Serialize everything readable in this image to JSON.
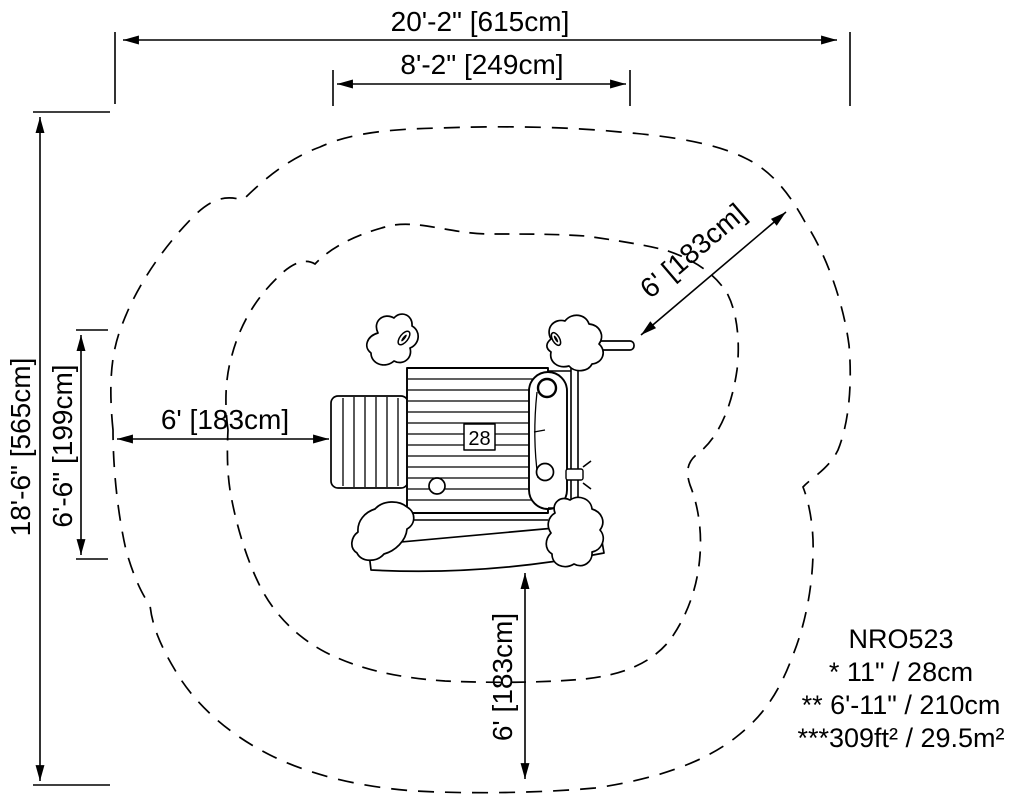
{
  "drawing": {
    "type": "playground-equipment-plan-view"
  },
  "dimensions": {
    "overall_width": "20'-2\" [615cm]",
    "platform_width": "8'-2\" [249cm]",
    "overall_depth": "18'-6\" [565cm]",
    "structure_depth": "6'-6\" [199cm]",
    "clearance_left": "6' [183cm]",
    "clearance_diagonal": "6' [183cm]",
    "clearance_bottom": "6' [183cm]"
  },
  "structure": {
    "deck_label": "28"
  },
  "notes": {
    "model": "NRO523",
    "line1": "* 11\" / 28cm",
    "line2": "** 6'-11\" / 210cm",
    "line3": "***309ft² / 29.5m²"
  },
  "colors": {
    "ink": "#000000",
    "background": "#ffffff"
  }
}
